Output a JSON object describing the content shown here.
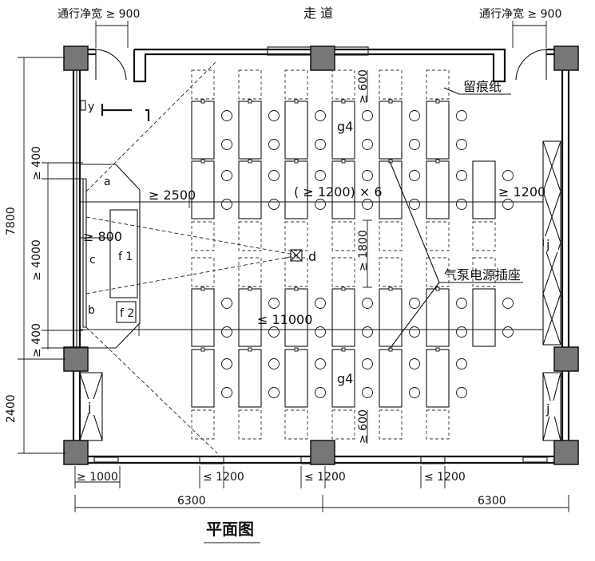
{
  "labels": {
    "corridor": "走 道",
    "door_left": "通行净宽 ≥ 900",
    "door_right": "通行净宽 ≥ 900",
    "trace_paper": "留痕纸",
    "air_power": "气泵电源插座",
    "title": "平面图",
    "a": "a",
    "b": "b",
    "c": "c",
    "d": "d",
    "f1": "f 1",
    "f2": "f 2",
    "g4_top": "g4",
    "g4_bottom": "g4",
    "j_right": "j",
    "j_left": "j",
    "y": "y"
  },
  "dimensions": {
    "total_height": "7800",
    "lower_height": "2400",
    "upper_clear": "≥ 400",
    "middle_clear": "≥ 4000",
    "lower_clear": "≥ 400",
    "d2500": "≥ 2500",
    "d800": "≥ 800",
    "row_spacing": "( ≥ 1200) × 6",
    "right_gap": "≥ 1200",
    "d1800": "≥ 1800",
    "d11000": "≤ 11000",
    "d600_top": "≥ 600",
    "d600_bottom": "≥ 600",
    "bottom_door": "≥ 1000",
    "win1": "≤ 1200",
    "win2": "≤ 1200",
    "win3": "≤ 1200",
    "bay_left": "6300",
    "bay_right": "6300"
  },
  "colors": {
    "line": "#111111",
    "column_fill": "#777777"
  }
}
